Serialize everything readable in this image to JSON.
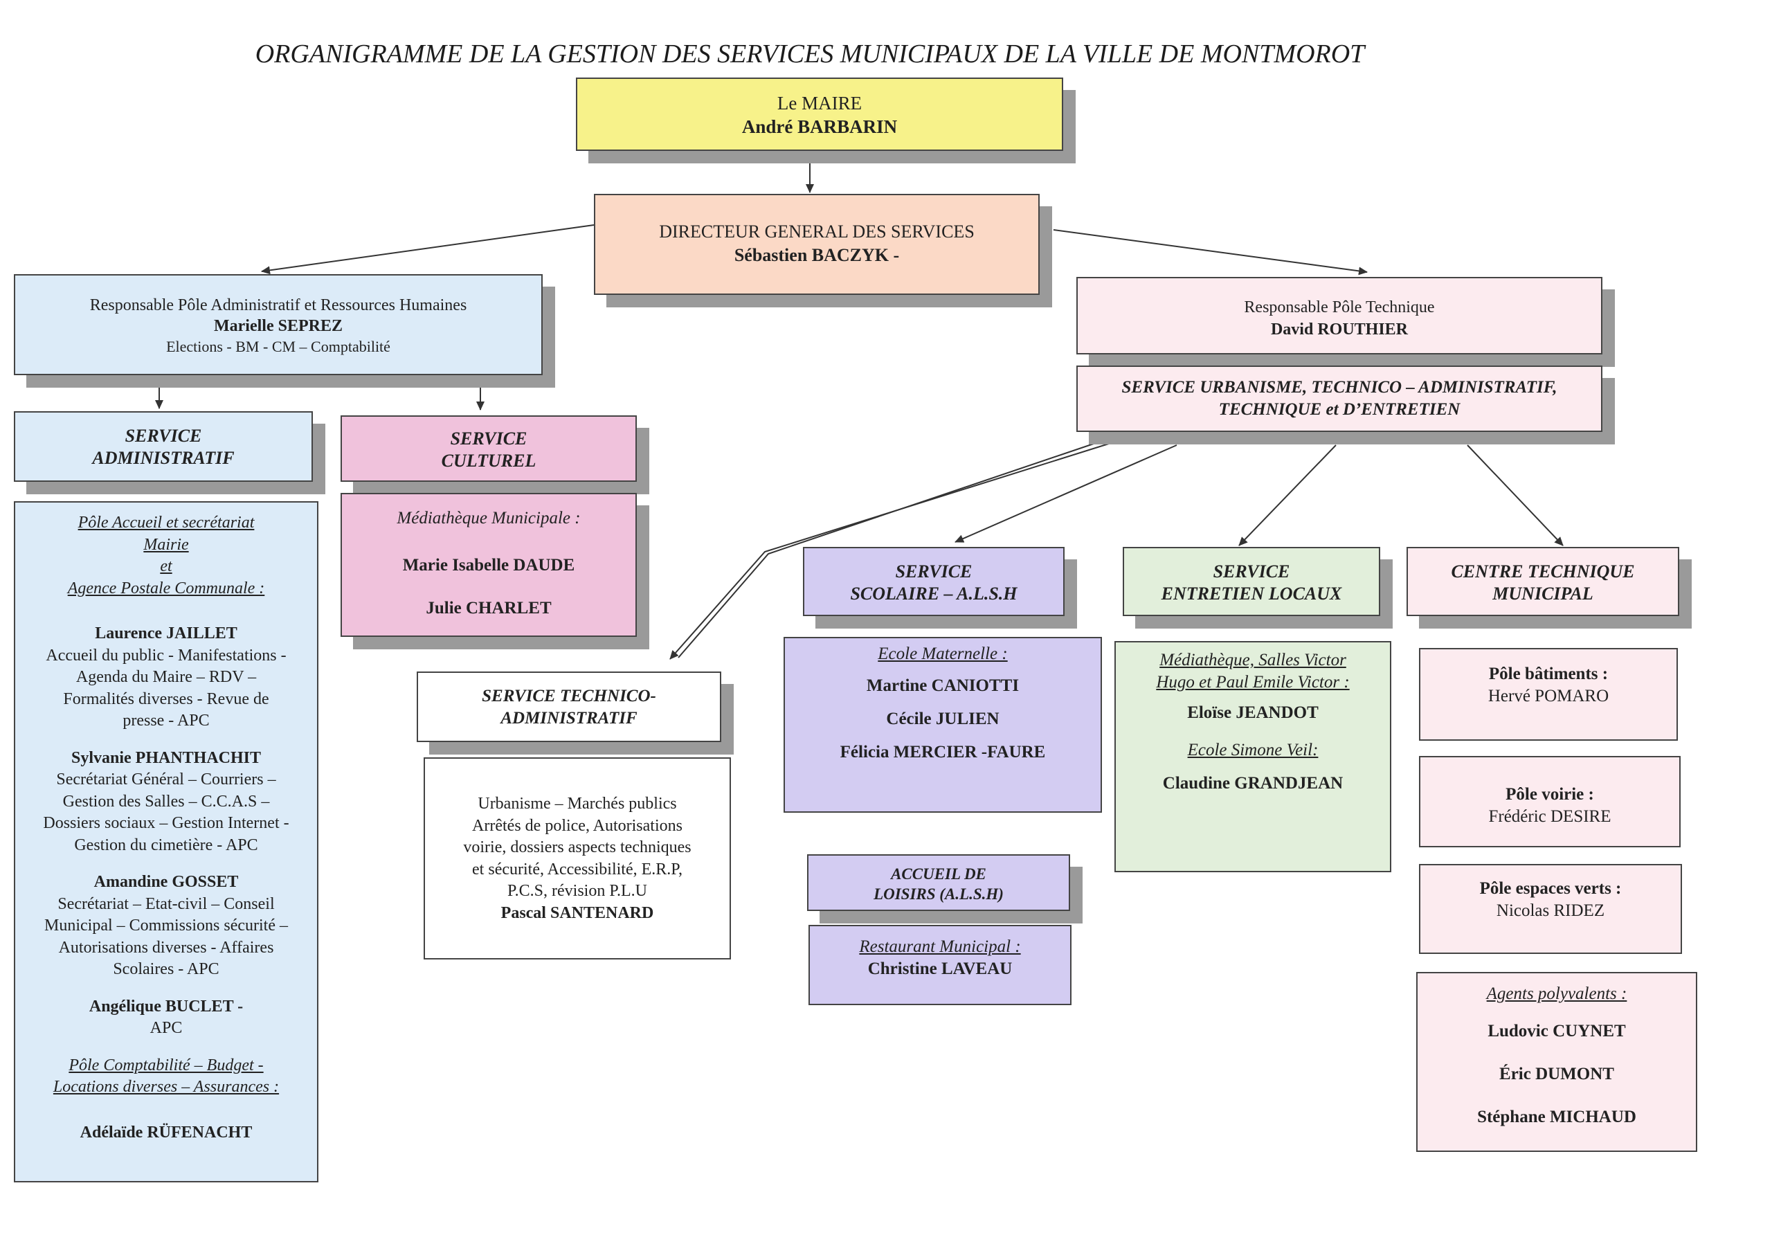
{
  "title": "ORGANIGRAMME DE LA GESTION DES SERVICES MUNICIPAUX  DE LA VILLE DE MONTMOROT",
  "maire": {
    "role": "Le MAIRE",
    "name": "André BARBARIN"
  },
  "dgs": {
    "role": "DIRECTEUR GENERAL DES SERVICES",
    "name": "Sébastien BACZYK  -"
  },
  "pole_admin": {
    "role": "Responsable Pôle Administratif  et Ressources Humaines",
    "name": "Marielle SEPREZ",
    "detail": "Elections  -  BM - CM – Comptabilité"
  },
  "pole_tech": {
    "role": "Responsable Pôle Technique",
    "name": "David ROUTHIER"
  },
  "service_urbanisme": {
    "line1": "SERVICE URBANISME, TECHNICO – ADMINISTRATIF,",
    "line2": "TECHNIQUE et D’ENTRETIEN"
  },
  "service_admin": {
    "title1": "SERVICE",
    "title2": "ADMINISTRATIF",
    "heading1": "Pôle Accueil et secrétariat",
    "heading2": "Mairie",
    "heading3": "et",
    "heading4": "Agence Postale Communale :",
    "p1_name": "Laurence JAILLET",
    "p1_l1": "Accueil du public - Manifestations -",
    "p1_l2": "Agenda du Maire – RDV –",
    "p1_l3": "Formalités diverses - Revue de",
    "p1_l4": "presse - APC",
    "p2_name": "Sylvanie PHANTHACHIT",
    "p2_l1": "Secrétariat Général – Courriers –",
    "p2_l2": "Gestion des Salles – C.C.A.S –",
    "p2_l3": "Dossiers sociaux – Gestion Internet -",
    "p2_l4": "Gestion du cimetière - APC",
    "p3_name": "Amandine GOSSET",
    "p3_l1": "Secrétariat – Etat-civil – Conseil",
    "p3_l2": "Municipal – Commissions sécurité –",
    "p3_l3": "Autorisations diverses - Affaires",
    "p3_l4": "Scolaires - APC",
    "p4_name": "Angélique BUCLET -",
    "p4_l1": "APC",
    "heading5": "Pôle Comptabilité – Budget  -",
    "heading6": "Locations diverses – Assurances :",
    "p5_name": "Adélaïde RÜFENACHT"
  },
  "service_culturel": {
    "title1": "SERVICE",
    "title2": "CULTUREL",
    "heading": "Médiathèque Municipale :",
    "name1": "Marie Isabelle DAUDE",
    "name2": "Julie CHARLET"
  },
  "service_technico": {
    "title1": "SERVICE TECHNICO-",
    "title2": "ADMINISTRATIF",
    "l1": "Urbanisme – Marchés publics",
    "l2": "Arrêtés de police, Autorisations",
    "l3": "voirie, dossiers aspects techniques",
    "l4": "et sécurité, Accessibilité, E.R.P,",
    "l5": "P.C.S, révision P.L.U",
    "name": "Pascal SANTENARD"
  },
  "service_scolaire": {
    "title1": "SERVICE",
    "title2": "SCOLAIRE – A.L.S.H",
    "heading": "Ecole Maternelle :",
    "name1": "Martine CANIOTTI",
    "name2": "Cécile JULIEN",
    "name3": "Félicia MERCIER -FAURE"
  },
  "accueil_loisirs": {
    "title1": "ACCUEIL  DE",
    "title2": "LOISIRS (A.L.S.H)",
    "heading": "Restaurant Municipal :",
    "name": "Christine LAVEAU"
  },
  "service_entretien": {
    "title1": "SERVICE",
    "title2": "ENTRETIEN LOCAUX",
    "heading1": "Médiathèque, Salles Victor",
    "heading2": "Hugo et Paul Emile Victor :",
    "name1": "Eloïse JEANDOT",
    "heading3": "Ecole Simone Veil:",
    "name2": "Claudine GRANDJEAN"
  },
  "centre_technique": {
    "title1": "CENTRE TECHNIQUE",
    "title2": "MUNICIPAL",
    "batiments_label": "Pôle bâtiments :",
    "batiments_name": "Hervé POMARO",
    "voirie_label": "Pôle voirie :",
    "voirie_name": "Frédéric DESIRE",
    "espaces_label": "Pôle espaces verts :",
    "espaces_name": "Nicolas RIDEZ",
    "agents_label": "Agents polyvalents :",
    "agent1": "Ludovic CUYNET",
    "agent2": "Éric DUMONT",
    "agent3": "Stéphane MICHAUD"
  }
}
